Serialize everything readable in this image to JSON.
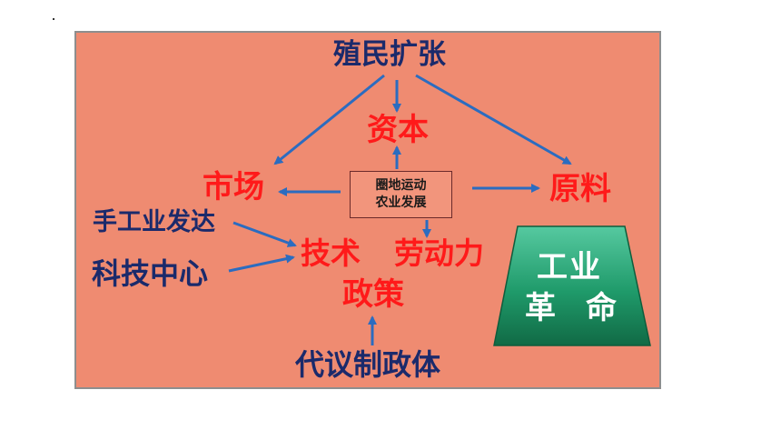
{
  "nodes": {
    "colonial": "殖民扩张",
    "capital": "资本",
    "market": "市场",
    "raw_material": "原料",
    "center_line1": "圈地运动",
    "center_line2": "农业发展",
    "handicraft": "手工业发达",
    "tech_center": "科技中心",
    "technology": "技术",
    "labor": "劳动力",
    "policy": "政策",
    "parliament": "代议制政体"
  },
  "result": {
    "line1": "工业",
    "line2_a": "革",
    "line2_b": "命"
  },
  "colors": {
    "background": "#ef8b71",
    "arrow": "#2b6cc0",
    "navy_text": "#1b2a6b",
    "red_text": "#ff1a1a",
    "trapezoid_top": "#4fc39a",
    "trapezoid_bottom": "#14704a"
  }
}
